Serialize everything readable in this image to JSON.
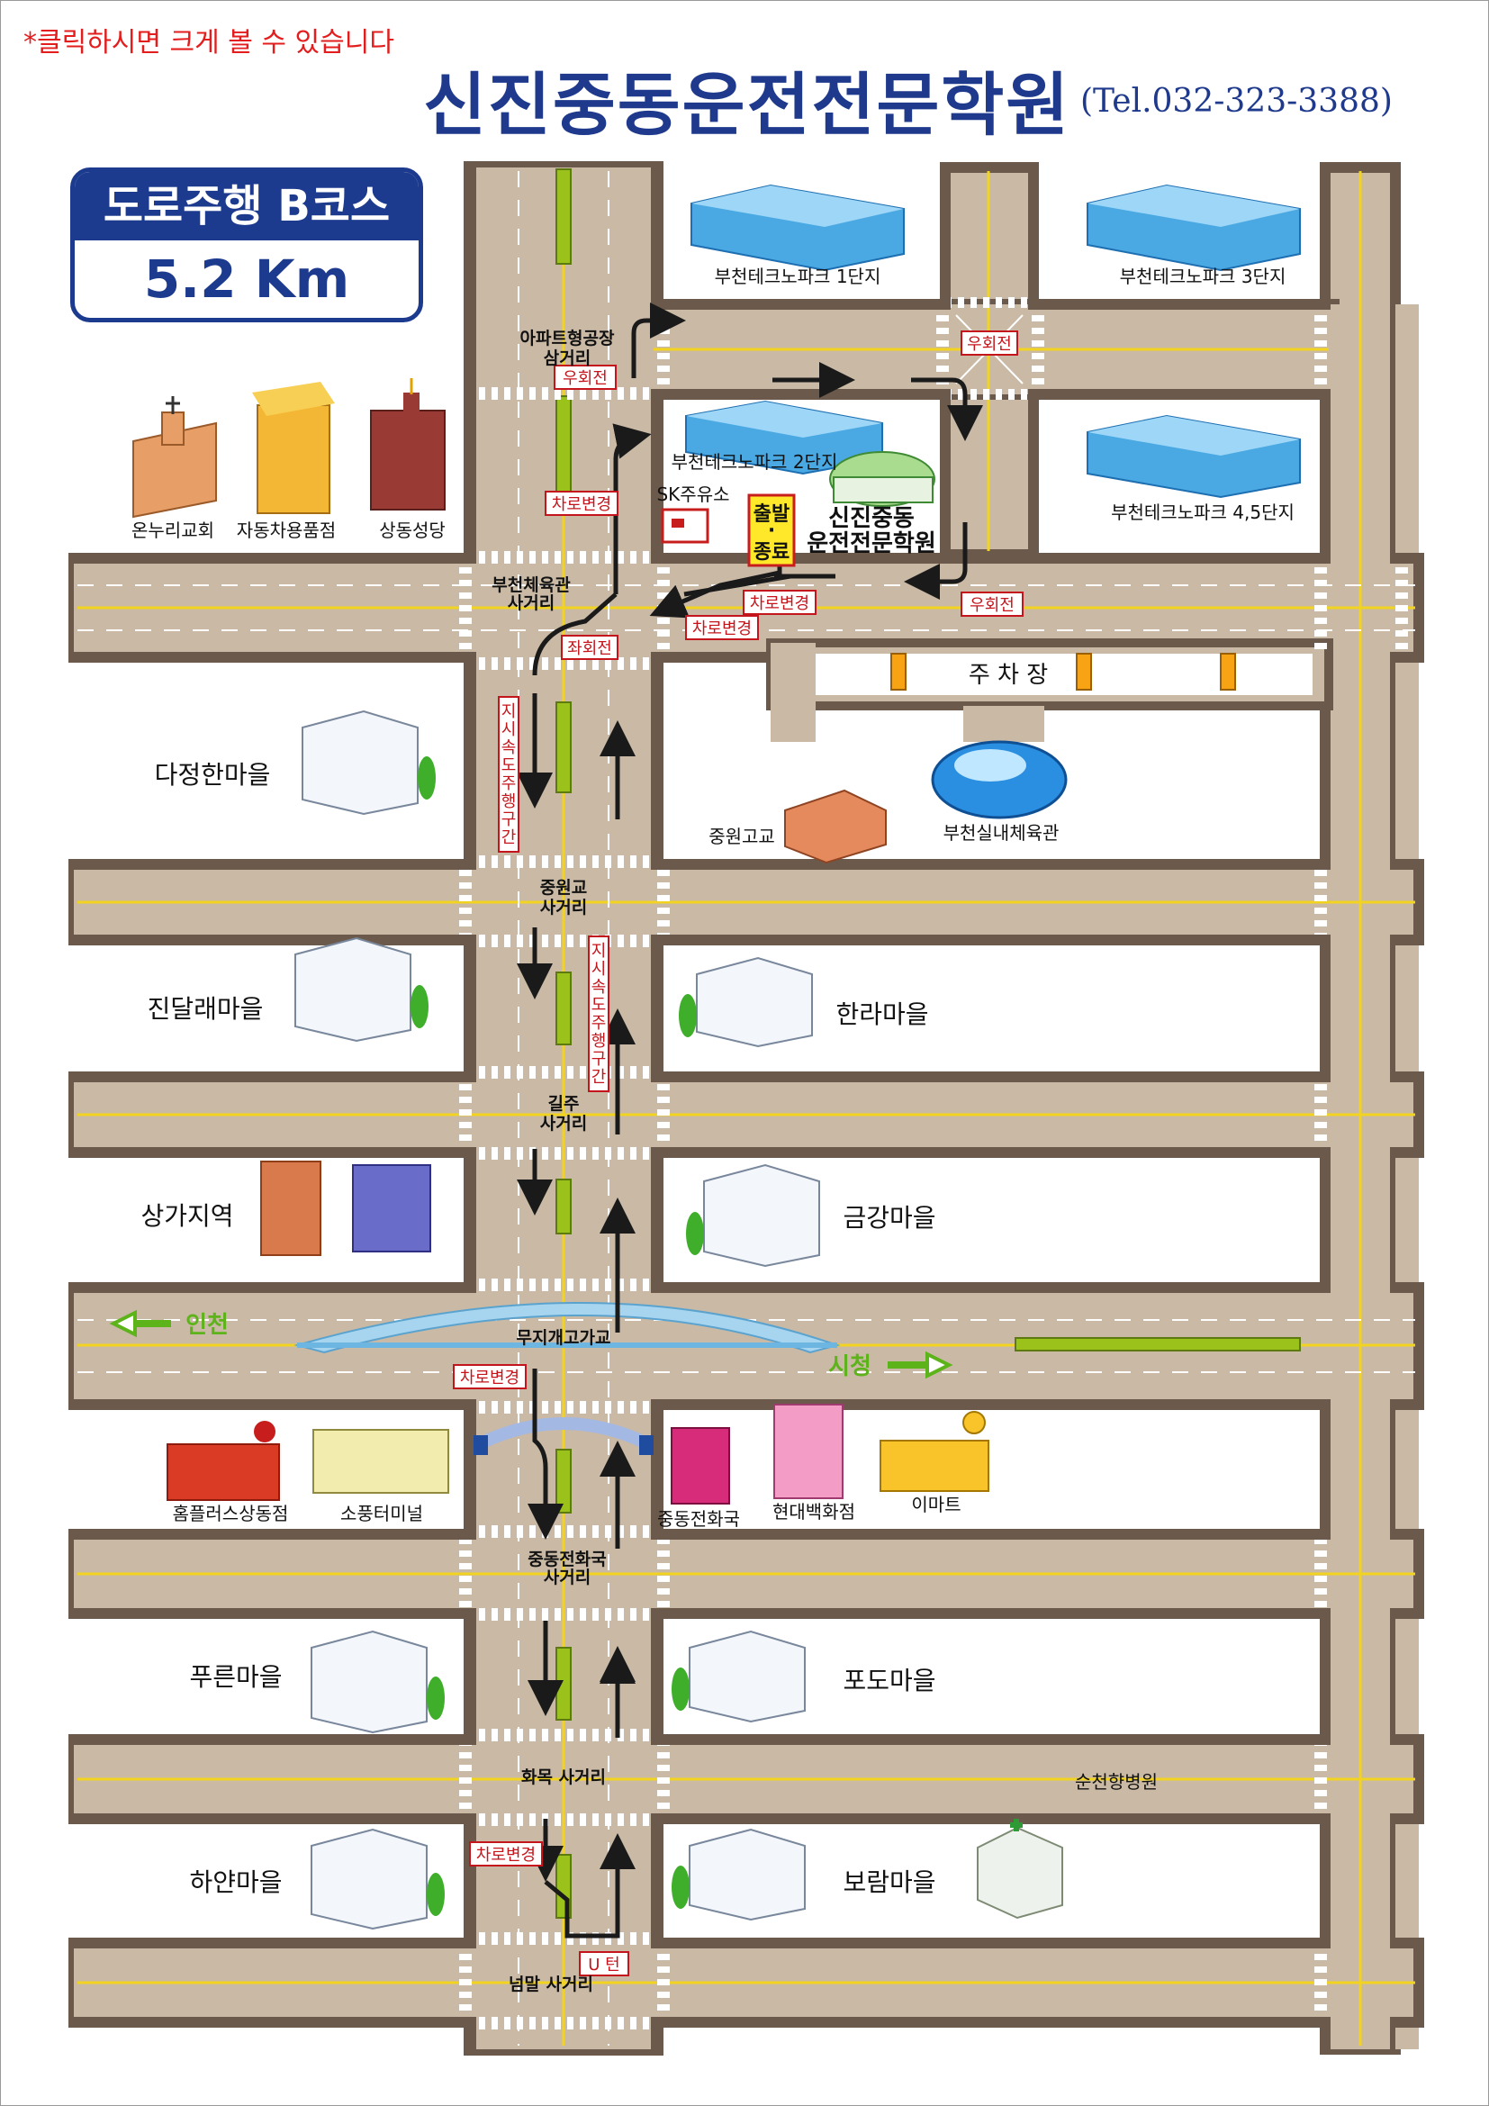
{
  "hint": "*클릭하시면 크게 볼 수 있습니다",
  "title": "신진중동운전전문학원",
  "tel": "(Tel.032-323-3388)",
  "course": {
    "name": "도로주행 B코스",
    "distance": "5.2 Km"
  },
  "intersections": {
    "apt": "아파트형공장",
    "apt2": "삼거리",
    "gym": "부천체육관",
    "gym2": "사거리",
    "jungwon": "중원교",
    "jungwon2": "사거리",
    "gilju": "길주",
    "gilju2": "사거리",
    "overpass": "무지개고가교",
    "jungdong": "중동전화국",
    "jungdong2": "사거리",
    "hwamok": "화목 사거리",
    "neommal": "넘말 사거리"
  },
  "places": {
    "techno1": "부천테크노파크 1단지",
    "techno3": "부천테크노파크 3단지",
    "techno2": "부천테크노파크 2단지",
    "techno45": "부천테크노파크 4,5단지",
    "church": "온누리교회",
    "autoparts": "자동차용품점",
    "cathedral": "상동성당",
    "sk": "SK주유소",
    "academy1": "신진중동",
    "academy2": "운전전문학원",
    "parking": "주 차 장",
    "dajeong": "다정한마을",
    "jungwonhs": "중원고교",
    "gymhall": "부천실내체육관",
    "jindallae": "진달래마을",
    "halla": "한라마을",
    "shops": "상가지역",
    "geumgang": "금강마을",
    "incheon": "인천",
    "cityhall": "시청",
    "homeplus": "홈플러스상동점",
    "terminal": "소풍터미널",
    "telecom": "중동전화국",
    "hyundai": "현대백화점",
    "emart": "이마트",
    "pureun": "푸른마을",
    "podo": "포도마을",
    "hayan": "하얀마을",
    "boram": "보람마을",
    "hospital": "순천향병원"
  },
  "start": {
    "a": "출발",
    "b": "·",
    "c": "종료"
  },
  "notes": {
    "right1": "우회전",
    "right2": "우회전",
    "right3": "우회전",
    "lane1": "차로변경",
    "lane2": "차로변경",
    "lane3": "차로변경",
    "lane4": "차로변경",
    "lane5": "차로변경",
    "left": "좌회전",
    "speed1": [
      "지",
      "시",
      "속",
      "도",
      "주",
      "행",
      "구",
      "간"
    ],
    "speed2": [
      "지",
      "시",
      "속",
      "도",
      "주",
      "행",
      "구",
      "간"
    ],
    "uturn": "U 턴"
  },
  "colors": {
    "road": "#c9b9a5",
    "roadEdge": "#6b5a4c",
    "title": "#1f3a8c",
    "route": "#1a1a1a",
    "note": "#c4151c",
    "median": "#9bc21b"
  }
}
